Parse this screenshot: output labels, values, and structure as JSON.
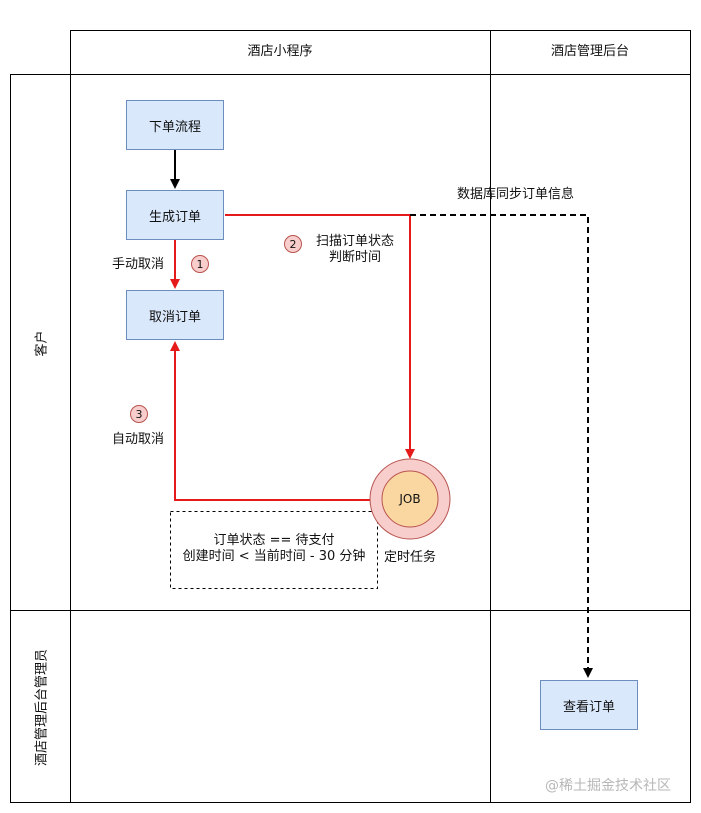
{
  "lanes": {
    "col_miniapp": "酒店小程序",
    "col_admin": "酒店管理后台",
    "row_customer": "客户",
    "row_admin": "酒店管理后台管理员"
  },
  "nodes": {
    "place_order": "下单流程",
    "create_order": "生成订单",
    "cancel_order": "取消订单",
    "view_order": "查看订单",
    "job": "JOB"
  },
  "labels": {
    "manual_cancel": "手动取消",
    "auto_cancel": "自动取消",
    "scan_line1": "扫描订单状态",
    "scan_line2": "判断时间",
    "db_sync": "数据库同步订单信息",
    "cond_line1": "订单状态 == 待支付",
    "cond_line2": "创建时间 < 当前时间 - 30 分钟",
    "scheduled_task": "定时任务"
  },
  "badges": {
    "one": "1",
    "two": "2",
    "three": "3"
  },
  "watermark": "@稀土掘金技术社区",
  "colors": {
    "box_fill": "#dae8fc",
    "box_stroke": "#6c8ebf",
    "red": "#e51a1a",
    "badge_fill": "#f8cecc",
    "job_outer": "#f8cecc",
    "job_inner": "#fad7a0"
  }
}
